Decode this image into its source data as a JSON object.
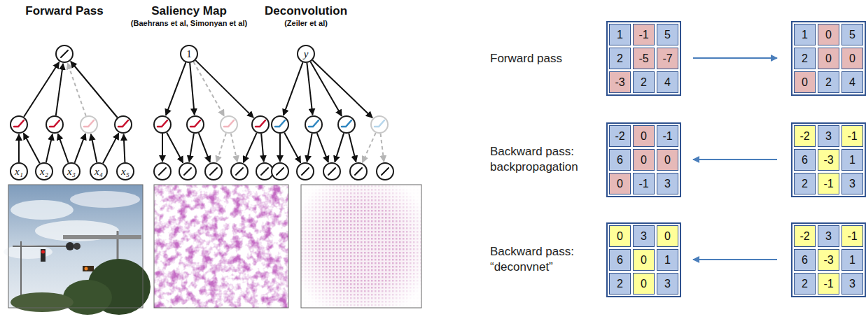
{
  "diagram": {
    "nodes": [
      {
        "text": [
          "x₁"
        ]
      },
      {
        "text": [
          "x₂"
        ]
      },
      {
        "text": [
          "x₃"
        ]
      },
      {
        "text": [
          "x₄"
        ]
      },
      {
        "text": [
          "x₅"
        ]
      },
      {
        "text": [
          "1"
        ]
      },
      {
        "text": [
          "y"
        ]
      }
    ],
    "labels": [
      "Forward Pass",
      "Saliency Map",
      "(Baehrans et al, Simonyan et al)",
      "Deconvolution",
      "(Zeiler et al)",
      "Forward pass",
      "1",
      "-1",
      "5",
      "2",
      "-5",
      "-7",
      "-3",
      "2",
      "4",
      "1",
      "0",
      "5",
      "2",
      "0",
      "0",
      "0",
      "2",
      "4",
      "Backward pass: backpropagation",
      "-2",
      "0",
      "-1",
      "6",
      "0",
      "0",
      "0",
      "-1",
      "3",
      "-2",
      "3",
      "-1",
      "6",
      "-3",
      "1",
      "2",
      "-1",
      "3",
      "Backward pass: “deconvnet”",
      "0",
      "3",
      "0",
      "6",
      "0",
      "1",
      "2",
      "0",
      "3",
      "-2",
      "3",
      "-1",
      "6",
      "-3",
      "1",
      "2",
      "-1",
      "3"
    ]
  }
}
